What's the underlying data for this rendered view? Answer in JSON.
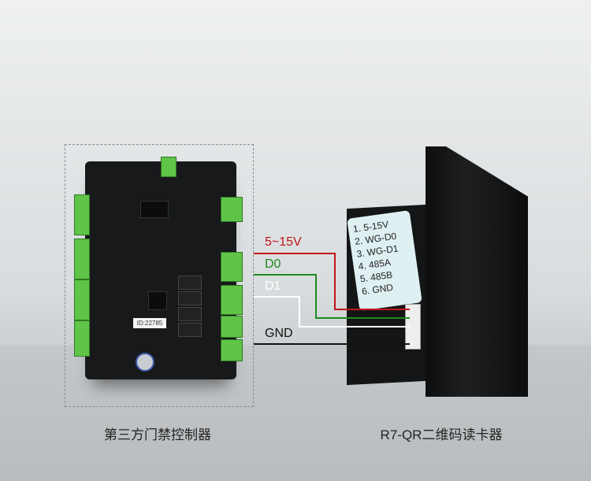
{
  "wires": {
    "power": "5~15V",
    "d0": "D0",
    "d1": "D1",
    "gnd": "GND"
  },
  "colors": {
    "power": "#c0161b",
    "d0": "#1e8a1e",
    "d1": "#ffffff",
    "gnd": "#111111"
  },
  "board": {
    "id_label": "ID:22785"
  },
  "reader_label": [
    "1. 5-15V",
    "2. WG-D0",
    "3. WG-D1",
    "4. 485A",
    "5. 485B",
    "6. GND"
  ],
  "captions": {
    "controller": "第三方门禁控制器",
    "reader": "R7-QR二维码读卡器"
  }
}
